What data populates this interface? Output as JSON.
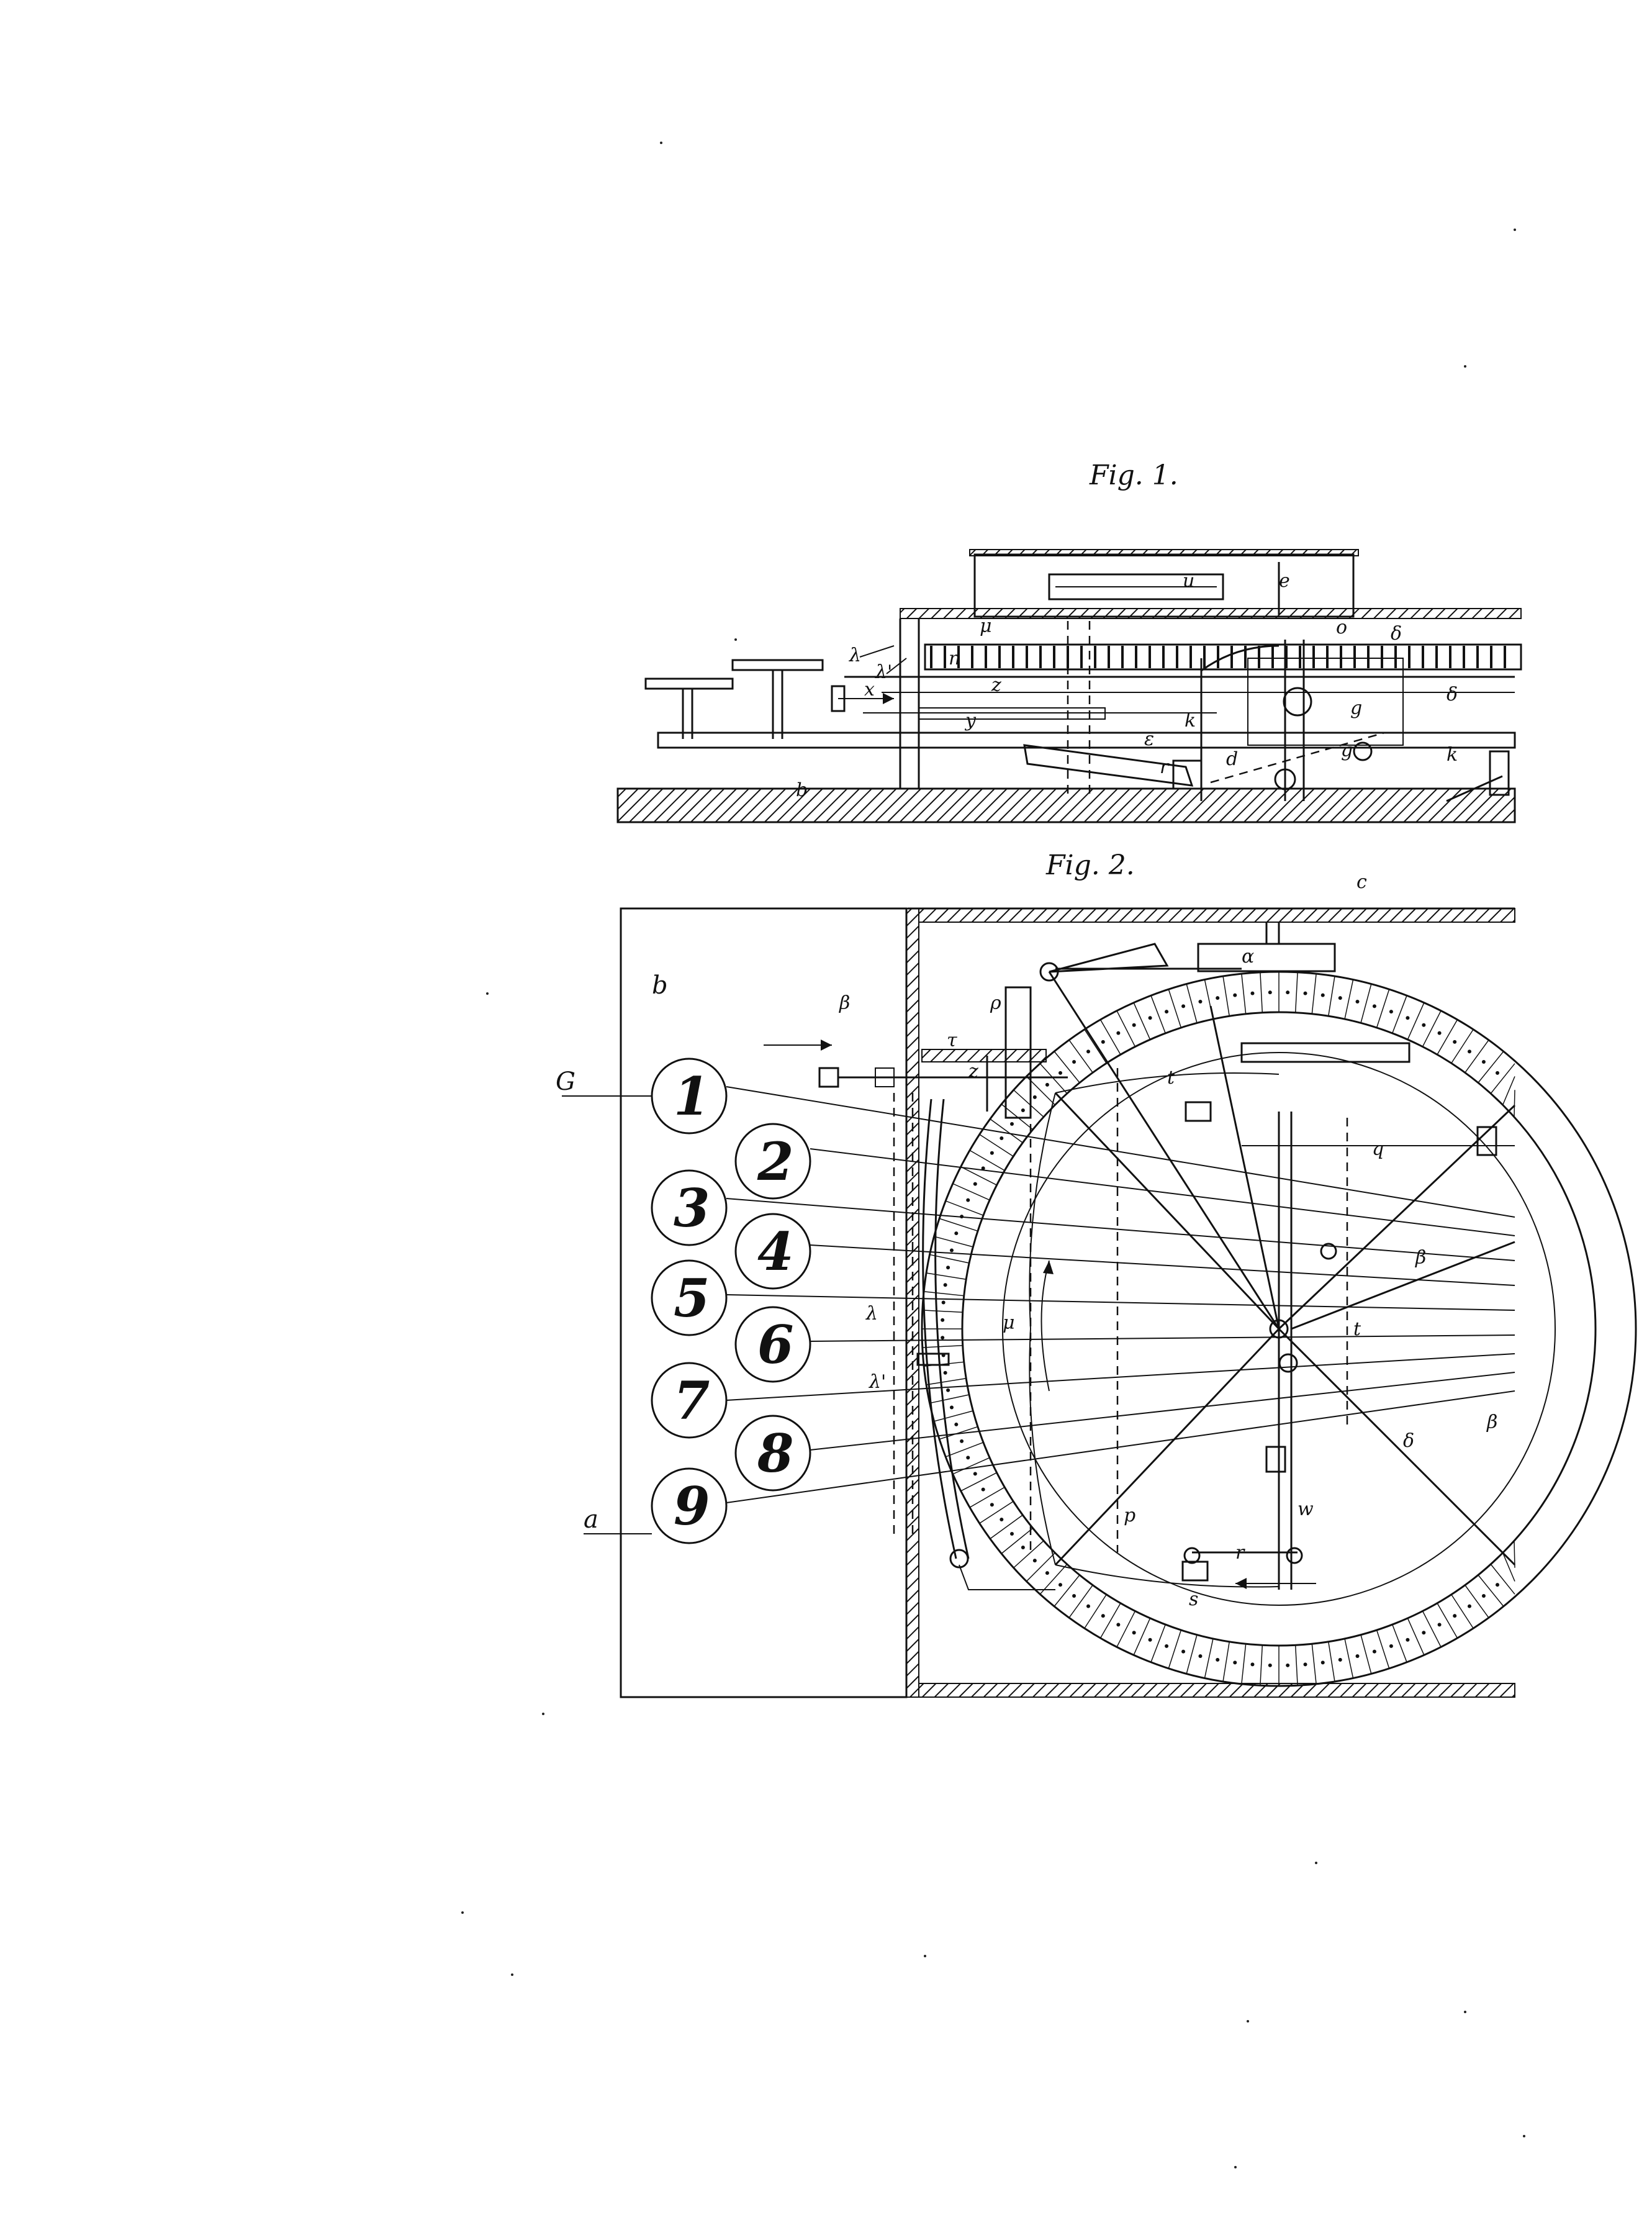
{
  "figures": [
    {
      "caption": "Fig. 1.",
      "labels": [
        "λ",
        "λ'",
        "μ",
        "n",
        "x",
        "z",
        "y",
        "ε",
        "u",
        "e",
        "o",
        "δ",
        "k",
        "r",
        "d",
        "g",
        "g",
        "k",
        "δ",
        "b"
      ]
    },
    {
      "caption": "Fig. 2.",
      "labels": [
        "c",
        "α",
        "b",
        "τ",
        "ρ",
        "z",
        "β",
        "G",
        "a",
        "λ",
        "λ'",
        "μ",
        "p",
        "s",
        "r",
        "w",
        "t",
        "q",
        "β",
        "δ",
        "β",
        "t"
      ]
    }
  ],
  "keys": [
    "1",
    "2",
    "3",
    "4",
    "5",
    "6",
    "7",
    "8",
    "9"
  ],
  "colors": {
    "ink": "#111111",
    "paper": "#ffffff"
  }
}
